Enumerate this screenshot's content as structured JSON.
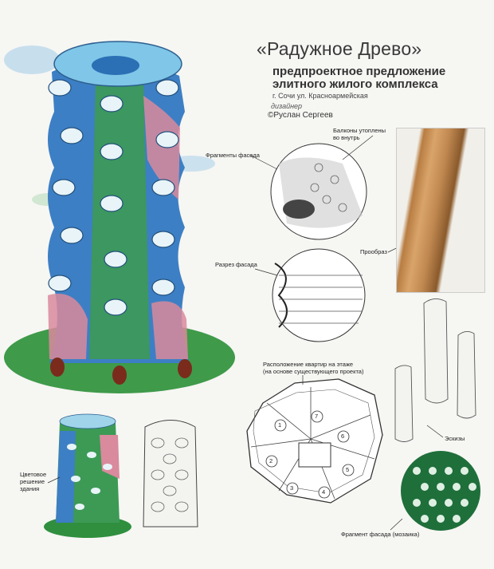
{
  "header": {
    "title": "«Радужное Древо»",
    "subtitle_line1": "предпроектное предложение",
    "subtitle_line2": "элитного жилого комплекса",
    "city": "г. Сочи ул. Красноармейская",
    "designer_label": "дизайнер",
    "designer": "©Руслан Сергеев"
  },
  "labels": {
    "facade_fragments": "Фрагменты фасада",
    "balconies_line1": "Балконы утоплены",
    "balconies_line2": "во внутрь",
    "prototype": "Прообраз",
    "facade_section": "Разрез фасада",
    "layout_line1": "Расположение квартир на этаже",
    "layout_line2": "(на основе существующего проекта)",
    "sketches": "Эскизы",
    "color_line1": "Цветовое",
    "color_line2": "решение",
    "color_line3": "здания",
    "mosaic": "Фрагмент фасада (мозаика)"
  },
  "apartments": [
    "1",
    "2",
    "3",
    "4",
    "5",
    "6",
    "7"
  ],
  "colors": {
    "blue": "#3d7fc4",
    "green": "#3c9a55",
    "pink": "#d98a9c",
    "ground": "#2f8f3e",
    "mosaic": "#1f6f3a"
  }
}
